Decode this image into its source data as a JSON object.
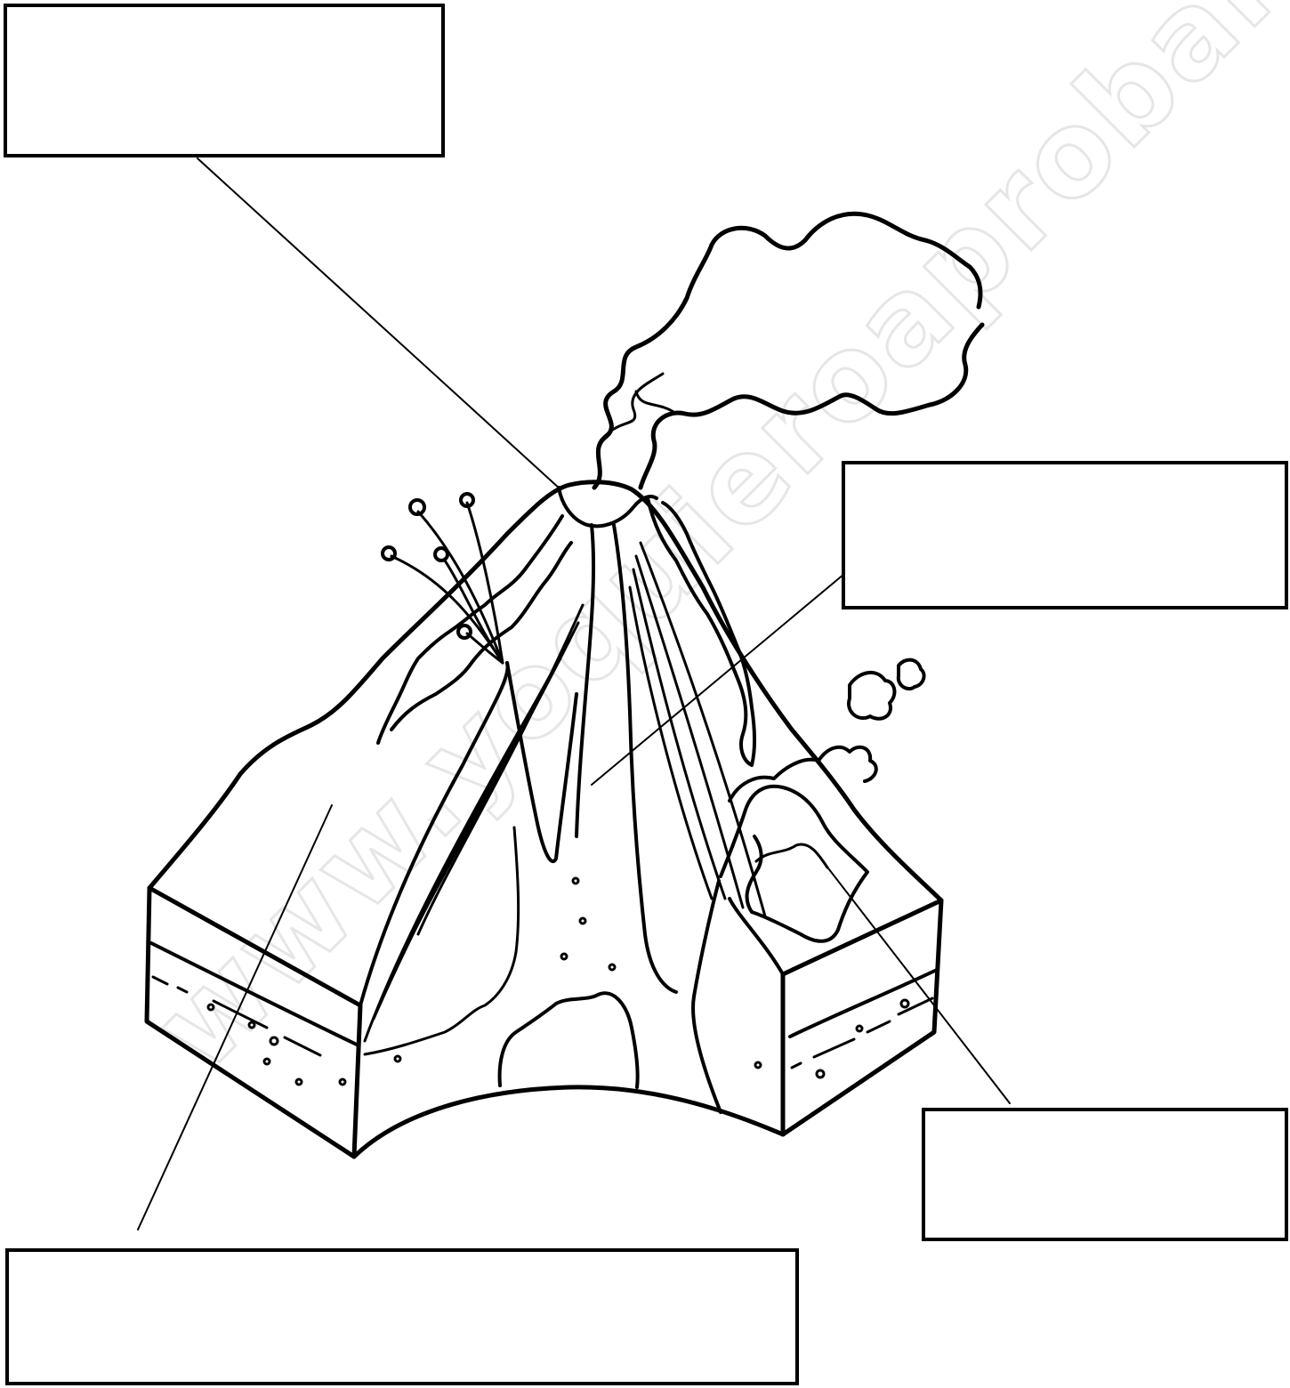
{
  "watermark": {
    "text": "www.yoquieroaprobar.es",
    "color": "#e6e6e6"
  },
  "labels": [
    {
      "id": "top-left",
      "text": ""
    },
    {
      "id": "right-mid",
      "text": ""
    },
    {
      "id": "right-low",
      "text": ""
    },
    {
      "id": "bottom",
      "text": ""
    }
  ],
  "colors": {
    "line": "#000000",
    "background": "#ffffff"
  }
}
